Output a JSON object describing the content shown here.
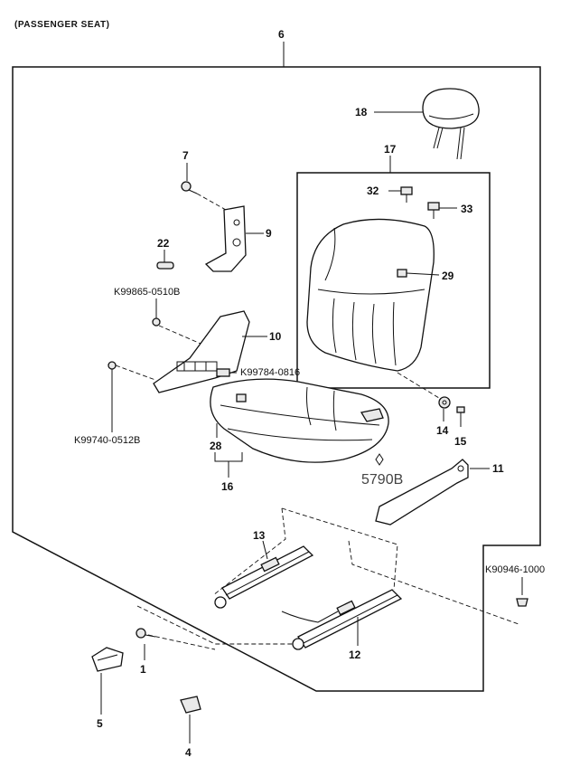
{
  "caption": "(PASSENGER SEAT)",
  "callouts": {
    "c1": "1",
    "c4": "4",
    "c5": "5",
    "c6": "6",
    "c7": "7",
    "c9": "9",
    "c10": "10",
    "c11": "11",
    "c12": "12",
    "c13": "13",
    "c14": "14",
    "c15": "15",
    "c16": "16",
    "c17": "17",
    "c18": "18",
    "c22": "22",
    "c28": "28",
    "c29": "29",
    "c32": "32",
    "c33": "33"
  },
  "part_codes": {
    "k99865": "K99865-0510B",
    "k99784": "K99784-0816",
    "k99740": "K99740-0512B",
    "k90946": "K90946-1000"
  },
  "stamp": "5790B"
}
